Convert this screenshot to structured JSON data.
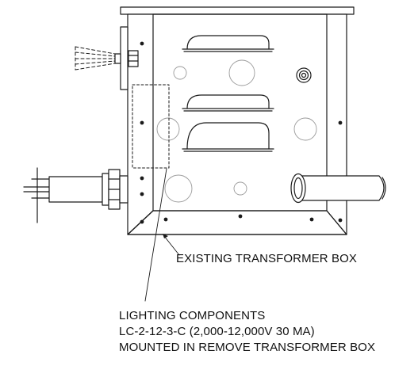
{
  "callouts": {
    "transformer_box": "EXISTING TRANSFORMER BOX",
    "lighting_components": {
      "line1": "LIGHTING COMPONENTS",
      "line2": "LC-2-12-3-C (2,000-12,000V 30 MA)",
      "line3": "MOUNTED IN REMOVE TRANSFORMER BOX"
    }
  },
  "colors": {
    "line": "#1a1a1a",
    "fill": "#ffffff",
    "faint": "#9a9a9a"
  }
}
